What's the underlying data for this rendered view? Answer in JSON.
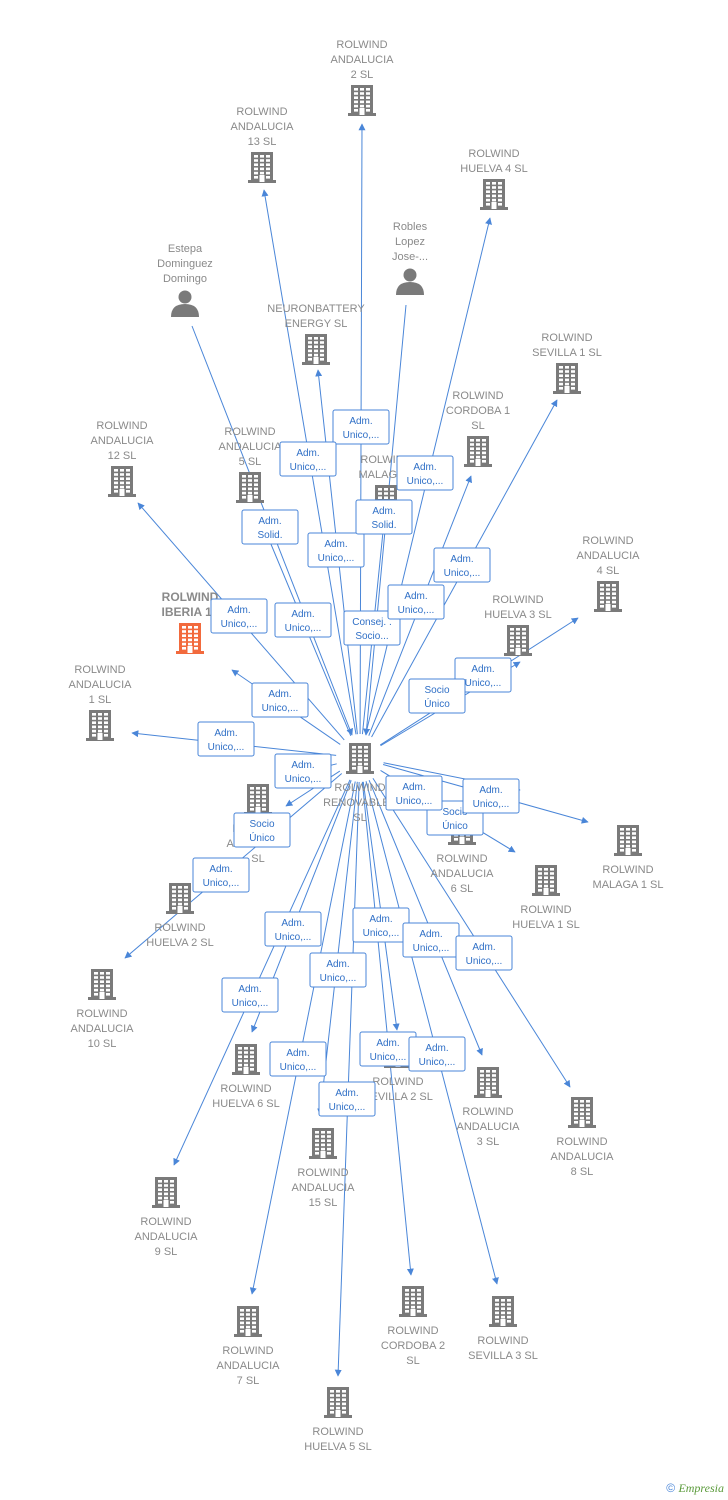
{
  "colors": {
    "edge": "#4a86d8",
    "building": "#7a7a7a",
    "focus": "#f26a3d",
    "person": "#7a7a7a"
  },
  "nodes": [
    {
      "id": "center",
      "kind": "building",
      "label": [
        "ROLWIND",
        "RENOVABLES",
        "SL"
      ]
    },
    {
      "id": "r_and2",
      "kind": "building",
      "label": [
        "ROLWIND",
        "ANDALUCIA",
        "2  SL"
      ]
    },
    {
      "id": "r_and13",
      "kind": "building",
      "label": [
        "ROLWIND",
        "ANDALUCIA",
        "13  SL"
      ]
    },
    {
      "id": "r_hue4",
      "kind": "building",
      "label": [
        "ROLWIND",
        "HUELVA 4  SL"
      ]
    },
    {
      "id": "robles",
      "kind": "person",
      "label": [
        "Robles",
        "Lopez",
        "Jose-..."
      ]
    },
    {
      "id": "estepa",
      "kind": "person",
      "label": [
        "Estepa",
        "Dominguez",
        "Domingo"
      ]
    },
    {
      "id": "neuron",
      "kind": "building",
      "label": [
        "NEURONBATTERY",
        "ENERGY  SL"
      ]
    },
    {
      "id": "r_sev1",
      "kind": "building",
      "label": [
        "ROLWIND",
        "SEVILLA 1  SL"
      ]
    },
    {
      "id": "r_cor1",
      "kind": "building",
      "label": [
        "ROLWIND",
        "CORDOBA 1",
        "SL"
      ]
    },
    {
      "id": "r_and12",
      "kind": "building",
      "label": [
        "ROLWIND",
        "ANDALUCIA",
        "12  SL"
      ]
    },
    {
      "id": "r_and5",
      "kind": "building",
      "label": [
        "ROLWIND",
        "ANDALUCIA",
        "5  SL"
      ]
    },
    {
      "id": "r_mal",
      "kind": "building",
      "label": [
        "ROLWIND",
        "MALAGA..."
      ]
    },
    {
      "id": "r_and4",
      "kind": "building",
      "label": [
        "ROLWIND",
        "ANDALUCIA",
        "4  SL"
      ]
    },
    {
      "id": "r_iber14",
      "kind": "focus",
      "label": [
        "ROLWIND",
        "IBERIA 14"
      ]
    },
    {
      "id": "r_hue3",
      "kind": "building",
      "label": [
        "ROLWIND",
        "HUELVA 3  SL"
      ]
    },
    {
      "id": "r_and1",
      "kind": "building",
      "label": [
        "ROLWIND",
        "ANDALUCIA",
        "1  SL"
      ]
    },
    {
      "id": "r_and_x",
      "kind": "building",
      "label": [
        "ROLWIND",
        "ANDALUCIA",
        "SL"
      ]
    },
    {
      "id": "r_and6",
      "kind": "building",
      "label": [
        "ROLWIND",
        "ANDALUCIA",
        "6  SL"
      ]
    },
    {
      "id": "r_mal1",
      "kind": "building",
      "label": [
        "ROLWIND",
        "MALAGA 1  SL"
      ]
    },
    {
      "id": "r_hue1",
      "kind": "building",
      "label": [
        "ROLWIND",
        "HUELVA 1  SL"
      ]
    },
    {
      "id": "r_hue2",
      "kind": "building",
      "label": [
        "ROLWIND",
        "HUELVA 2  SL"
      ]
    },
    {
      "id": "r_and10",
      "kind": "building",
      "label": [
        "ROLWIND",
        "ANDALUCIA",
        "10  SL"
      ]
    },
    {
      "id": "r_hue6",
      "kind": "building",
      "label": [
        "ROLWIND",
        "HUELVA 6  SL"
      ]
    },
    {
      "id": "r_sev2",
      "kind": "building",
      "label": [
        "ROLWIND",
        "SEVILLA 2  SL"
      ]
    },
    {
      "id": "r_and3",
      "kind": "building",
      "label": [
        "ROLWIND",
        "ANDALUCIA",
        "3  SL"
      ]
    },
    {
      "id": "r_and8",
      "kind": "building",
      "label": [
        "ROLWIND",
        "ANDALUCIA",
        "8  SL"
      ]
    },
    {
      "id": "r_and15",
      "kind": "building",
      "label": [
        "ROLWIND",
        "ANDALUCIA",
        "15  SL"
      ]
    },
    {
      "id": "r_and9",
      "kind": "building",
      "label": [
        "ROLWIND",
        "ANDALUCIA",
        "9  SL"
      ]
    },
    {
      "id": "r_and7",
      "kind": "building",
      "label": [
        "ROLWIND",
        "ANDALUCIA",
        "7  SL"
      ]
    },
    {
      "id": "r_cor2",
      "kind": "building",
      "label": [
        "ROLWIND",
        "CORDOBA 2",
        "SL"
      ]
    },
    {
      "id": "r_sev3",
      "kind": "building",
      "label": [
        "ROLWIND",
        "SEVILLA 3  SL"
      ]
    },
    {
      "id": "r_hue5",
      "kind": "building",
      "label": [
        "ROLWIND",
        "HUELVA 5  SL"
      ]
    }
  ],
  "edges": [
    {
      "from": "center",
      "to": "r_and2",
      "label": [
        "Adm.",
        "Unico,..."
      ]
    },
    {
      "from": "center",
      "to": "r_and13",
      "label": [
        "Adm.",
        "Unico,..."
      ]
    },
    {
      "from": "center",
      "to": "r_hue4",
      "label": [
        "Adm.",
        "Unico,..."
      ]
    },
    {
      "from": "robles",
      "to": "center",
      "label": [
        "Consej. .",
        "Socio..."
      ]
    },
    {
      "from": "estepa",
      "to": "center",
      "label": [
        "Adm.",
        "Solid."
      ]
    },
    {
      "from": "center",
      "to": "neuron",
      "label": [
        "Adm.",
        "Unico,..."
      ]
    },
    {
      "from": "center",
      "to": "r_sev1",
      "label": [
        "Adm.",
        "Unico,..."
      ]
    },
    {
      "from": "center",
      "to": "r_cor1",
      "label": [
        "Adm.",
        "Unico,..."
      ]
    },
    {
      "from": "center",
      "to": "r_and12",
      "label": [
        "Adm.",
        "Unico,..."
      ]
    },
    {
      "from": "center",
      "to": "r_and5",
      "label": [
        "Adm.",
        "Unico,..."
      ]
    },
    {
      "from": "center",
      "to": "r_mal",
      "label": [
        "Adm.",
        "Solid."
      ]
    },
    {
      "from": "center",
      "to": "r_and4",
      "label": [
        "Adm.",
        "Unico,..."
      ]
    },
    {
      "from": "center",
      "to": "r_iber14",
      "label": [
        "Adm.",
        "Unico,..."
      ]
    },
    {
      "from": "center",
      "to": "r_hue3",
      "label": [
        "Socio",
        "Único"
      ]
    },
    {
      "from": "center",
      "to": "r_and1",
      "label": [
        "Adm.",
        "Unico,..."
      ]
    },
    {
      "from": "center",
      "to": "r_and_x",
      "label": [
        "Socio",
        "Único"
      ]
    },
    {
      "from": "center",
      "to": "r_and6",
      "label": [
        "Socio",
        "Único"
      ]
    },
    {
      "from": "center",
      "to": "r_mal1",
      "label": [
        "Adm.",
        "Unico,..."
      ]
    },
    {
      "from": "center",
      "to": "r_hue1",
      "label": [
        "Adm.",
        "Unico,..."
      ]
    },
    {
      "from": "center",
      "to": "r_hue2",
      "label": [
        "Adm.",
        "Unico,..."
      ]
    },
    {
      "from": "center",
      "to": "r_and10",
      "label": [
        "Adm.",
        "Unico,..."
      ]
    },
    {
      "from": "center",
      "to": "r_hue6",
      "label": [
        "Adm.",
        "Unico,..."
      ]
    },
    {
      "from": "center",
      "to": "r_sev2",
      "label": [
        "Adm.",
        "Unico,..."
      ]
    },
    {
      "from": "center",
      "to": "r_and3",
      "label": [
        "Adm.",
        "Unico,..."
      ]
    },
    {
      "from": "center",
      "to": "r_and8",
      "label": [
        "Adm.",
        "Unico,..."
      ]
    },
    {
      "from": "center",
      "to": "r_and15",
      "label": [
        "Adm.",
        "Unico,..."
      ]
    },
    {
      "from": "center",
      "to": "r_and9",
      "label": [
        "Adm.",
        "Unico,..."
      ]
    },
    {
      "from": "center",
      "to": "r_and7",
      "label": [
        "Adm.",
        "Unico,..."
      ]
    },
    {
      "from": "center",
      "to": "r_cor2",
      "label": [
        "Adm.",
        "Unico,..."
      ]
    },
    {
      "from": "center",
      "to": "r_sev3",
      "label": [
        "Adm.",
        "Unico,..."
      ]
    },
    {
      "from": "center",
      "to": "r_hue5",
      "label": [
        "Adm.",
        "Unico,..."
      ]
    }
  ],
  "footer": {
    "copyright": "©",
    "brand": "Empresia"
  }
}
